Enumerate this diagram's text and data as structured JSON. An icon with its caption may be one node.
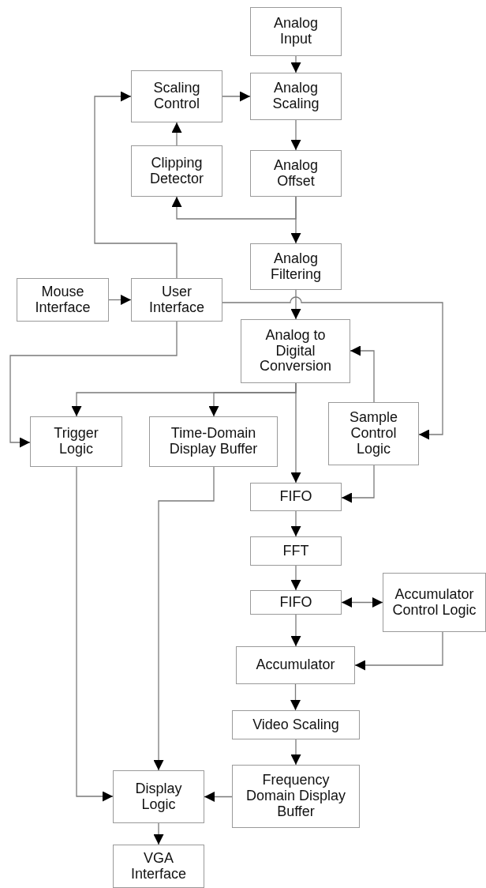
{
  "diagram": {
    "nodes": [
      {
        "text": [
          "Analog Input"
        ]
      },
      {
        "text": [
          "Scaling Control"
        ]
      },
      {
        "text": [
          "Analog Scaling"
        ]
      },
      {
        "text": [
          "Clipping Detector"
        ]
      },
      {
        "text": [
          "Analog Offset"
        ]
      },
      {
        "text": [
          "Mouse Interface"
        ]
      },
      {
        "text": [
          "User Interface"
        ]
      },
      {
        "text": [
          "Analog Filtering"
        ]
      },
      {
        "text": [
          "Analog to Digital Conversion"
        ]
      },
      {
        "text": [
          "Trigger Logic"
        ]
      },
      {
        "text": [
          "Time-Domain Display Buffer"
        ]
      },
      {
        "text": [
          "Sample Control Logic"
        ]
      },
      {
        "text": [
          "FIFO"
        ]
      },
      {
        "text": [
          "FFT"
        ]
      },
      {
        "text": [
          "FIFO"
        ]
      },
      {
        "text": [
          "Accumulator Control Logic"
        ]
      },
      {
        "text": [
          "Accumulator"
        ]
      },
      {
        "text": [
          "Video Scaling"
        ]
      },
      {
        "text": [
          "Frequency Domain Display Buffer"
        ]
      },
      {
        "text": [
          "Display Logic"
        ]
      },
      {
        "text": [
          "VGA Interface"
        ]
      }
    ],
    "edges": [
      {
        "from": 0,
        "to": 2,
        "arrow": "to"
      },
      {
        "from": 1,
        "to": 2,
        "arrow": "to"
      },
      {
        "from": 3,
        "to": 1,
        "arrow": "to"
      },
      {
        "from": 2,
        "to": 4,
        "arrow": "to"
      },
      {
        "from": 4,
        "to": 3,
        "arrow": "to"
      },
      {
        "from": 4,
        "to": 7,
        "arrow": "to"
      },
      {
        "from": 6,
        "to": 1,
        "arrow": "to"
      },
      {
        "from": 5,
        "to": 6,
        "arrow": "to"
      },
      {
        "from": 7,
        "to": 8,
        "arrow": "to"
      },
      {
        "from": 6,
        "to": 11,
        "arrow": "to"
      },
      {
        "from": 6,
        "to": 9,
        "arrow": "to"
      },
      {
        "from": 8,
        "to": 9,
        "arrow": "to"
      },
      {
        "from": 8,
        "to": 10,
        "arrow": "to"
      },
      {
        "from": 8,
        "to": 12,
        "arrow": "to"
      },
      {
        "from": 11,
        "to": 8,
        "arrow": "to"
      },
      {
        "from": 11,
        "to": 12,
        "arrow": "to"
      },
      {
        "from": 12,
        "to": 13,
        "arrow": "to"
      },
      {
        "from": 13,
        "to": 14,
        "arrow": "to"
      },
      {
        "from": 14,
        "to": 15,
        "arrow": "both"
      },
      {
        "from": 15,
        "to": 16,
        "arrow": "to"
      },
      {
        "from": 14,
        "to": 16,
        "arrow": "to"
      },
      {
        "from": 16,
        "to": 17,
        "arrow": "to"
      },
      {
        "from": 17,
        "to": 18,
        "arrow": "to"
      },
      {
        "from": 18,
        "to": 19,
        "arrow": "to"
      },
      {
        "from": 10,
        "to": 19,
        "arrow": "to"
      },
      {
        "from": 9,
        "to": 19,
        "arrow": "to"
      },
      {
        "from": 19,
        "to": 20,
        "arrow": "to"
      }
    ]
  }
}
